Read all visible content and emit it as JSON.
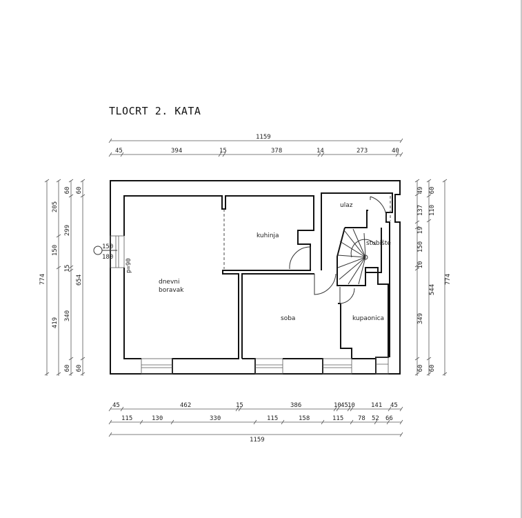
{
  "title": "TLOCRT 2. KATA",
  "rooms": {
    "kuhinja": "kuhinja",
    "ulaz": "ulaz",
    "stubiste": "stubište",
    "dnevni_1": "dnevni",
    "dnevni_2": "boravak",
    "soba": "soba",
    "kupaonica": "kupaonica"
  },
  "window_marker": {
    "top": "150",
    "bottom": "180"
  },
  "parapet": "p=90",
  "dims": {
    "top_total": [
      "1159"
    ],
    "top": [
      "45",
      "394",
      "15",
      "378",
      "14",
      "273",
      "40"
    ],
    "bottom_1": [
      "45",
      "462",
      "15",
      "386",
      "10",
      "45",
      "10",
      "141",
      "45"
    ],
    "bottom_2": [
      "115",
      "130",
      "330",
      "115",
      "158",
      "115",
      "78",
      "52",
      "66"
    ],
    "bottom_total": [
      "1159"
    ],
    "left_total": [
      "774"
    ],
    "left_1": [
      "205",
      "150",
      "419"
    ],
    "left_2": [
      "60",
      "299",
      "15",
      "340",
      "60"
    ],
    "left_3": [
      "60",
      "654",
      "60"
    ],
    "right_1": [
      "49",
      "137",
      "19",
      "150",
      "10",
      "349",
      "60"
    ],
    "right_2": [
      "60",
      "110",
      "544",
      "60"
    ],
    "right_total": [
      "774"
    ]
  }
}
